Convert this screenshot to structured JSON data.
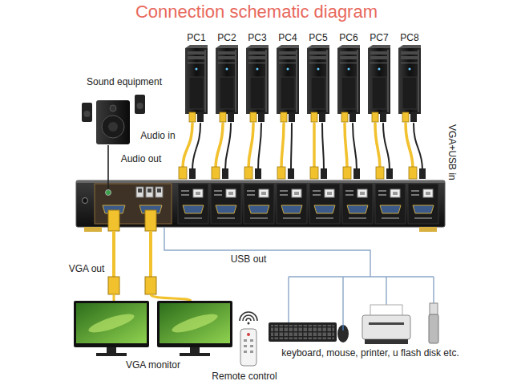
{
  "diagram": {
    "title": "Connection schematic diagram",
    "nodes": [
      {
        "text": [
          "PC1"
        ]
      },
      {
        "text": [
          "PC2"
        ]
      },
      {
        "text": [
          "PC3"
        ]
      },
      {
        "text": [
          "PC4"
        ]
      },
      {
        "text": [
          "PC5"
        ]
      },
      {
        "text": [
          "PC6"
        ]
      },
      {
        "text": [
          "PC7"
        ]
      },
      {
        "text": [
          "PC8"
        ]
      },
      {
        "text": [
          "Sound equipment"
        ]
      },
      {
        "text": [
          "VGA monitor"
        ]
      },
      {
        "text": [
          "Remote control"
        ]
      },
      {
        "text": [
          "keyboard, mouse, printer, u flash disk etc."
        ]
      }
    ],
    "labels": [
      "Audio in",
      "VGA+USB in",
      "Audio out",
      "USB out",
      "VGA out"
    ]
  }
}
